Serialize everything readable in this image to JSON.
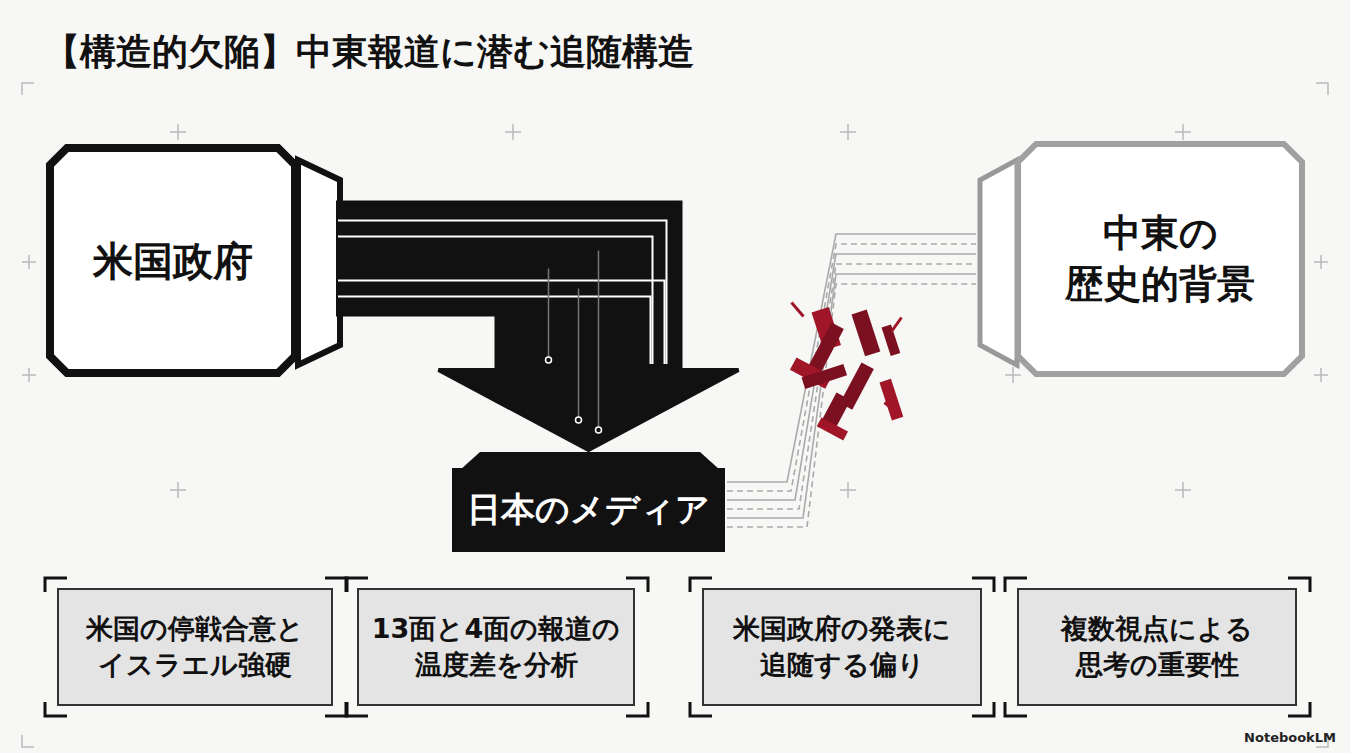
{
  "diagram": {
    "title": "【構造的欠陥】中東報道に潜む追随構造",
    "nodes": [
      {
        "text": [
          "米国政府"
        ]
      },
      {
        "text": [
          "中東の 歴史的背景"
        ]
      },
      {
        "text": [
          "日本のメディア"
        ]
      },
      {
        "text": [
          "米国の停戦合意と イスラエル強硬"
        ]
      },
      {
        "text": [
          "13面と4面の報道の 温度差を分析"
        ]
      },
      {
        "text": [
          "米国政府の発表に 追随する偏り"
        ]
      },
      {
        "text": [
          "複数視点による 思考の重要性"
        ]
      }
    ],
    "edges": [
      {
        "from": 0,
        "to": 2,
        "arrow": "to"
      },
      {
        "from": 2,
        "to": 1,
        "arrow": "none"
      }
    ],
    "labels": [
      "NotebookLM"
    ]
  }
}
